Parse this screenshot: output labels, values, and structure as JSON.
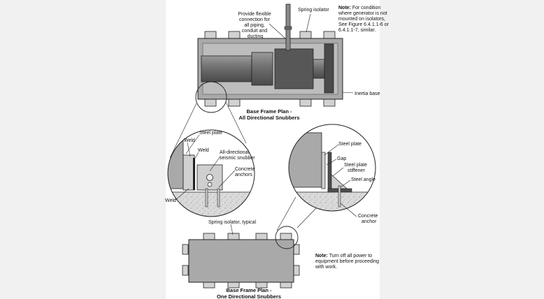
{
  "colors": {
    "page": "#ffffff",
    "margin": "#f1f1f1",
    "frame": "#a9a9a9",
    "machine": "#7a7a7a",
    "machine_dark": "#4e4e4e",
    "isolator": "#d2d2d2",
    "concrete": "#d9d9d9",
    "line": "#222222"
  },
  "top_plan": {
    "callout_flex": [
      "Provide flexible",
      "connection for",
      "all piping,",
      "conduit and",
      "ducting"
    ],
    "callout_spring": "Spring isolator",
    "note_label": "Note:",
    "note_lines": [
      " For condition",
      "where generator is not",
      "mounted on isolators,",
      "See Figure 6.4.1.1-6 or",
      "6.4.1.1-7, similar."
    ],
    "inertia_base": "Inertia base",
    "title": [
      "Base Frame Plan -",
      "All Directional Snubbers"
    ]
  },
  "detail_left": {
    "steel_plate": "Steel plate",
    "weld_1": "Weld",
    "weld_2": "Weld",
    "snubber": [
      "All-directional",
      "seismic snubber"
    ],
    "anchors": [
      "Concrete",
      "anchors"
    ],
    "weld_3": "Weld"
  },
  "detail_right": {
    "steel_plate": "Steel plate",
    "gap": "Gap",
    "stiffener": [
      "Steel plate",
      "stiffener"
    ],
    "steel_angle": "Steel angle",
    "concrete_anchor": [
      "Concrete",
      "anchor"
    ]
  },
  "bottom_plan": {
    "spring_typical": "Spring isolator, typical",
    "note_label": "Note:",
    "note_lines": [
      " Turn off all power to",
      "equipment before proceeding",
      "with work."
    ],
    "title": [
      "Base Frame Plan -",
      "One Directional Snubbers"
    ]
  }
}
